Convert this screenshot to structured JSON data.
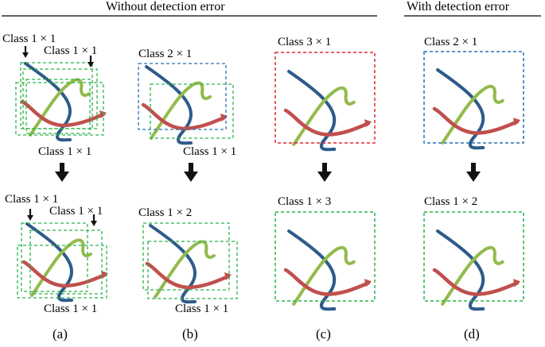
{
  "headers": {
    "left": "Without detection error",
    "right": "With detection error"
  },
  "colors": {
    "blue_curve": "#2e5b8a",
    "green_curve": "#92bb4c",
    "red_curve": "#c0504d",
    "green_box": "#2ab54a",
    "blue_box": "#2a6fb5",
    "red_box": "#e0282f",
    "arrow": "#111111"
  },
  "panels": [
    {
      "id": "a",
      "caption": "(a)",
      "top_labels": [
        "Class 1 × 1",
        "Class 1 × 1",
        "Class 1 × 1"
      ],
      "bottom_labels": [
        "Class 1 × 1",
        "Class 1 × 1",
        "Class 1 × 1"
      ]
    },
    {
      "id": "b",
      "caption": "(b)",
      "top_labels": [
        "Class 2 × 1",
        "Class 1 × 1"
      ],
      "bottom_labels": [
        "Class 1 × 2",
        "Class 1 × 1"
      ]
    },
    {
      "id": "c",
      "caption": "(c)",
      "top_labels": [
        "Class 3 × 1"
      ],
      "bottom_labels": [
        "Class 1 × 3"
      ]
    },
    {
      "id": "d",
      "caption": "(d)",
      "top_labels": [
        "Class 2 × 1"
      ],
      "bottom_labels": [
        "Class 1 × 2"
      ]
    }
  ]
}
